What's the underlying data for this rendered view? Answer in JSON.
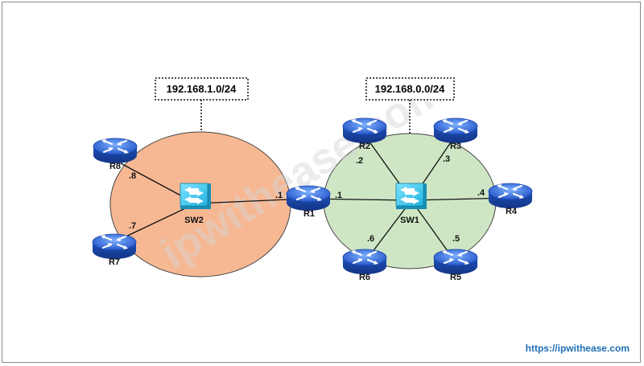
{
  "networks": {
    "left_subnet": "192.168.1.0/24",
    "right_subnet": "192.168.0.0/24"
  },
  "routers": {
    "r1": "R1",
    "r2": "R2",
    "r3": "R3",
    "r4": "R4",
    "r5": "R5",
    "r6": "R6",
    "r7": "R7",
    "r8": "R8"
  },
  "switches": {
    "sw1": "SW1",
    "sw2": "SW2"
  },
  "interfaces": {
    "r8": ".8",
    "r7": ".7",
    "r1_left": ".1",
    "r1_right": ".1",
    "r2": ".2",
    "r3": ".3",
    "r4": ".4",
    "r5": ".5",
    "r6": ".6"
  },
  "watermark": "ipwithease.com",
  "footer_url": "https://ipwithease.com",
  "colors": {
    "left_segment": "#f6b893",
    "right_segment": "#cfe6c4",
    "router": "#2b67d6",
    "switch": "#27b8e3",
    "url": "#1f6fb5"
  }
}
